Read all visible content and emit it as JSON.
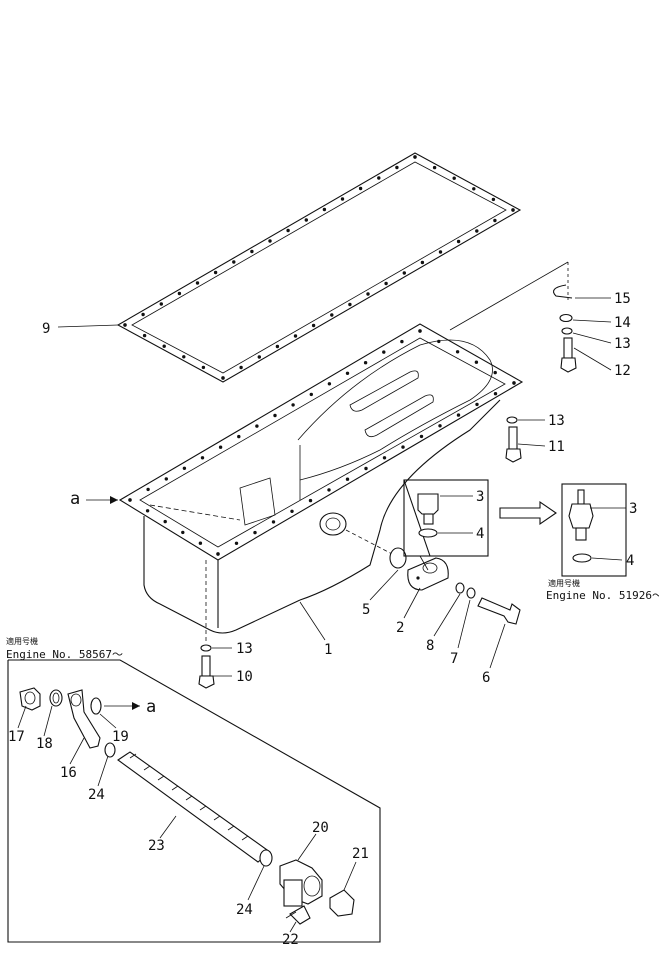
{
  "callouts": {
    "p1": "1",
    "p2": "2",
    "p3a": "3",
    "p3b": "3",
    "p4a": "4",
    "p4b": "4",
    "p5": "5",
    "p6": "6",
    "p7": "7",
    "p8": "8",
    "p9": "9",
    "p10": "10",
    "p11": "11",
    "p12": "12",
    "p13a": "13",
    "p13b": "13",
    "p13c": "13",
    "p14": "14",
    "p15": "15",
    "p16": "16",
    "p17": "17",
    "p18": "18",
    "p19": "19",
    "p20": "20",
    "p21": "21",
    "p22": "22",
    "p23": "23",
    "p24a": "24",
    "p24b": "24"
  },
  "references": {
    "a_top": "a",
    "a_bottom": "a"
  },
  "notes": {
    "right_japanese": "適用号機",
    "right_engine": "Engine No. 51926～",
    "left_japanese": "適用号機",
    "left_engine": "Engine No. 58567～"
  }
}
